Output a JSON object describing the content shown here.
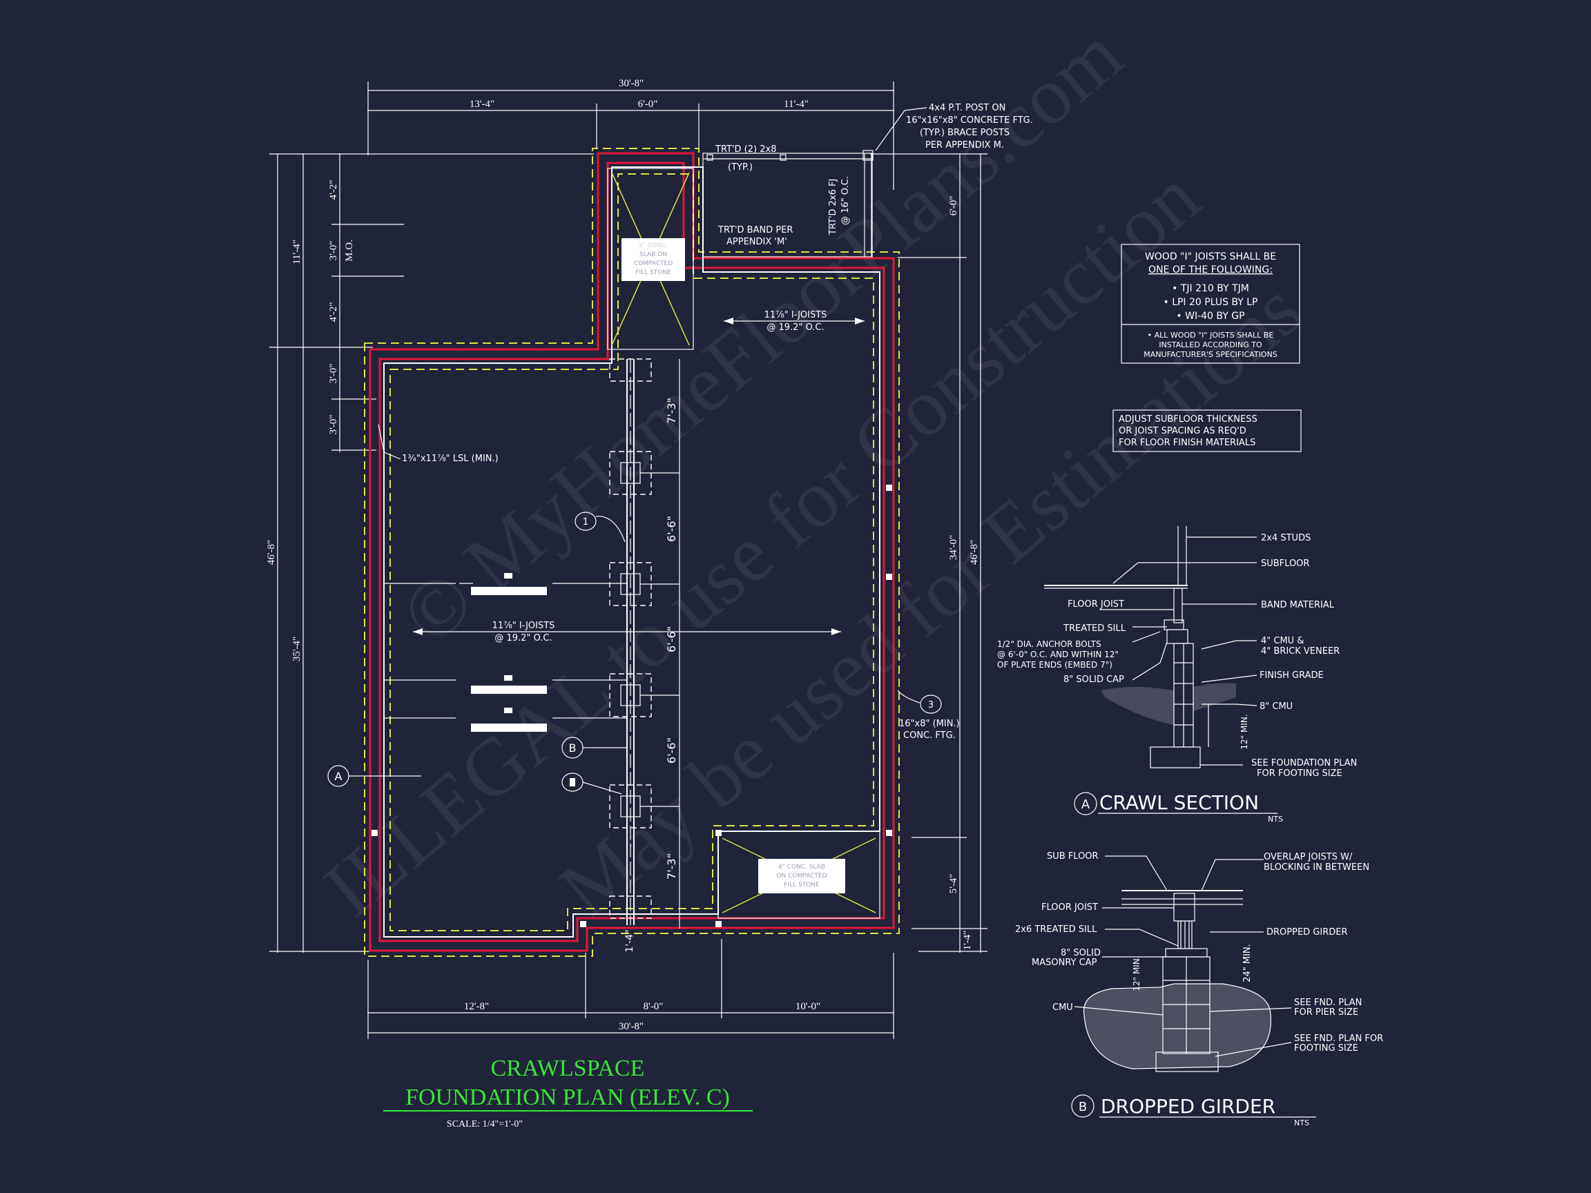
{
  "title": {
    "line1": "CRAWLSPACE",
    "line2": "FOUNDATION PLAN (ELEV. C)",
    "scale": "SCALE: 1/4\"=1'-0\"",
    "color": "#39e639"
  },
  "watermark": {
    "line1": "© MyHomeFloorPlans.com",
    "line2": "ILLEGAL to use for Construction",
    "line3": "May be used for Estimations"
  },
  "dimensions": {
    "top_overall": "30'-8\"",
    "top_left": "13'-4\"",
    "top_mid": "6'-0\"",
    "top_right": "11'-4\"",
    "bottom_overall": "30'-8\"",
    "bottom_left": "12'-8\"",
    "bottom_mid": "8'-0\"",
    "bottom_right": "10'-0\"",
    "left_overall": "46'-8\"",
    "left_upper": "11'-4\"",
    "left_lower": "35'-4\"",
    "left_a": "4'-2\"",
    "left_b": "3'-0\"",
    "left_mo": "M.O.",
    "left_c": "4'-2\"",
    "left_d": "3'-0\"",
    "left_e": "3'-0\"",
    "right_overall": "46'-8\"",
    "right_top": "6'-0\"",
    "right_mid": "34'-0\"",
    "right_low": "5'-4\"",
    "right_bot": "1'-4\"",
    "pier_1": "7'-3\"",
    "pier_2": "6'-6\"",
    "pier_3": "6'-6\"",
    "pier_4": "6'-6\"",
    "pier_5": "7'-3\"",
    "notch": "1'-4\""
  },
  "plan_notes": {
    "post": [
      "4x4 P.T. POST ON",
      "16\"x16\"x8\" CONCRETE FTG.",
      "(TYP.) BRACE POSTS",
      "PER APPENDIX M."
    ],
    "trtd_2x8": "TRT'D (2) 2x8",
    "typ": "(TYP.)",
    "trtd_fj": "TRT'D 2x6 FJ",
    "fj_oc": "@ 16\" O.C.",
    "band": [
      "TRT'D BAND PER",
      "APPENDIX 'M'"
    ],
    "joists_upper": [
      "11⅞\" I-JOISTS",
      "@ 19.2\" O.C."
    ],
    "joists_main": [
      "11⅞\" I-JOISTS",
      "@ 19.2\" O.C."
    ],
    "lsl": "1¾\"x11⅞\" LSL (MIN.)",
    "ftg": [
      "16\"x8\" (MIN.)",
      "CONC. FTG."
    ],
    "slab_upper": [
      "4\" CONC.",
      "SLAB ON",
      "COMPACTED",
      "FILL STONE"
    ],
    "slab_lower": [
      "4\" CONC. SLAB",
      "ON COMPACTED",
      "FILL STONE"
    ],
    "tag_1": "1",
    "tag_3": "3",
    "tag_a": "A",
    "tag_b": "B"
  },
  "joist_box": {
    "heading1": "WOOD \"I\" JOISTS SHALL BE",
    "heading2": "ONE OF THE FOLLOWING:",
    "items": [
      "• TJI 210 BY TJM",
      "• LPI 20 PLUS BY LP",
      "• WI-40 BY GP"
    ],
    "note": [
      "• ALL WOOD \"I\" JOISTS SHALL BE",
      "INSTALLED ACCORDING TO",
      "MANUFACTURER'S SPECIFICATIONS"
    ]
  },
  "subfloor_box": {
    "lines": [
      "ADJUST SUBFLOOR THICKNESS",
      "OR JOIST SPACING AS REQ'D",
      "FOR FLOOR FINISH MATERIALS"
    ]
  },
  "crawl_section": {
    "title": "CRAWL SECTION",
    "tag": "A",
    "nts": "NTS",
    "labels": {
      "studs": "2x4 STUDS",
      "subfloor": "SUBFLOOR",
      "floor_joist": "FLOOR JOIST",
      "band": "BAND MATERIAL",
      "sill": "TREATED SILL",
      "cmu_brick1": "4\" CMU &",
      "cmu_brick2": "4\" BRICK VENEER",
      "anchor1": "1/2\" DIA. ANCHOR BOLTS",
      "anchor2": "@ 6'-0\" O.C. AND WITHIN 12\"",
      "anchor3": "OF PLATE ENDS (EMBED 7\")",
      "grade": "FINISH GRADE",
      "cap": "8\" SOLID CAP",
      "cmu8": "8\" CMU",
      "min12": "12\" MIN.",
      "ftg1": "SEE FOUNDATION PLAN",
      "ftg2": "FOR FOOTING SIZE"
    }
  },
  "dropped_girder": {
    "title": "DROPPED GIRDER",
    "tag": "B",
    "nts": "NTS",
    "labels": {
      "subfloor": "SUB FLOOR",
      "overlap1": "OVERLAP JOISTS W/",
      "overlap2": "BLOCKING IN BETWEEN",
      "floor_joist": "FLOOR JOIST",
      "sill": "2x6 TREATED SILL",
      "dropped": "DROPPED GIRDER",
      "cap1": "8\" SOLID",
      "cap2": "MASONRY CAP",
      "min12": "12\" MIN.",
      "min24": "24\" MIN.",
      "cmu": "CMU",
      "pier1": "SEE FND. PLAN",
      "pier2": "FOR PIER SIZE",
      "ftg1": "SEE FND. PLAN FOR",
      "ftg2": "FOOTING SIZE"
    }
  }
}
